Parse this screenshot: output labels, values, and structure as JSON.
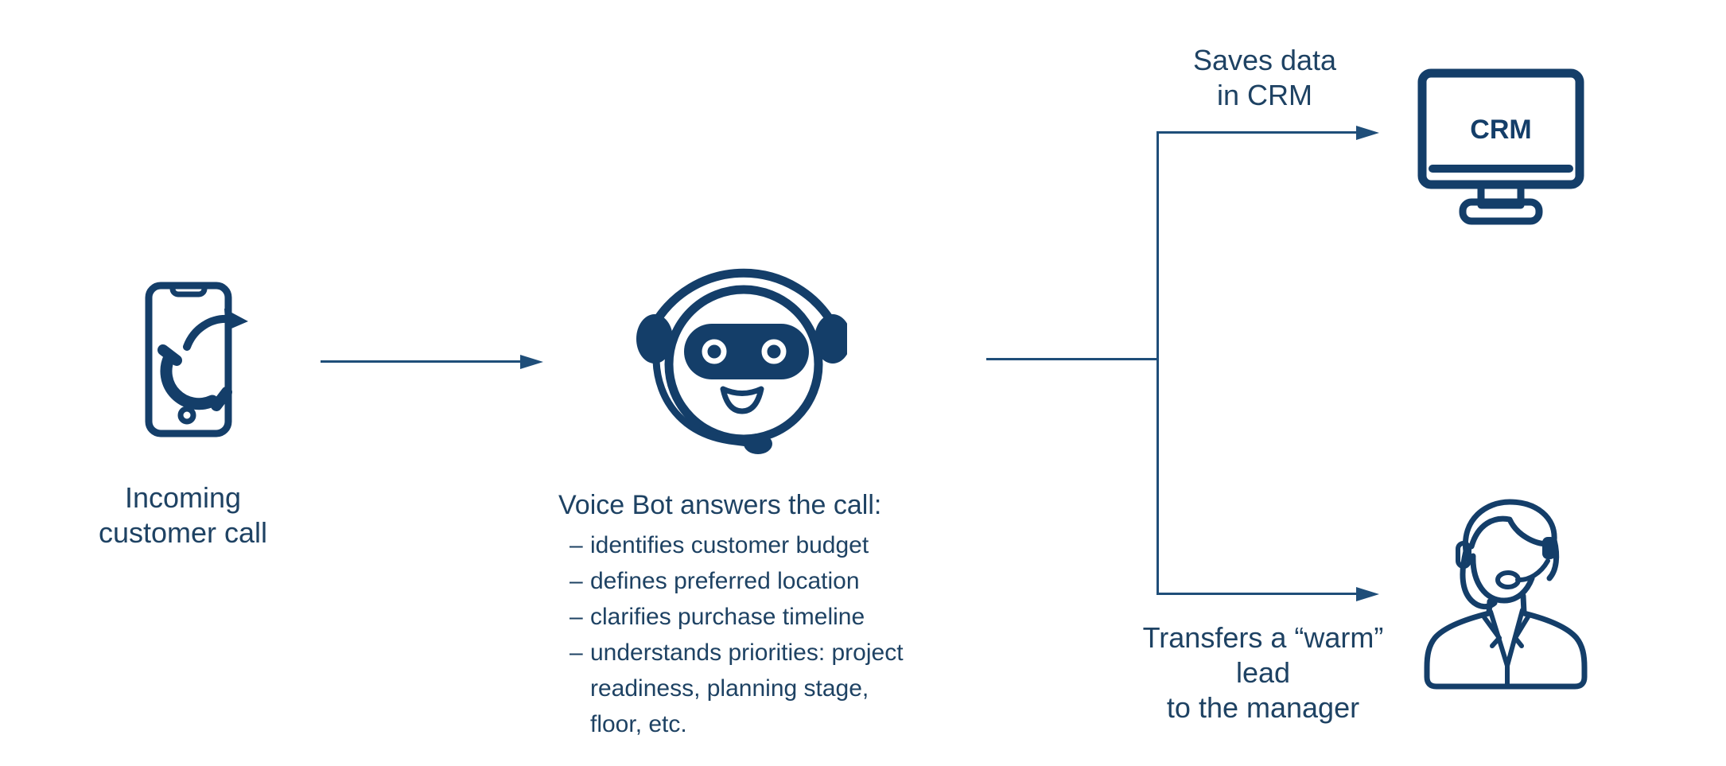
{
  "colors": {
    "bg": "#ffffff",
    "ink": "#1e4263",
    "icon": "#143e69",
    "line": "#1f4e79"
  },
  "flow": {
    "phone": {
      "icon": "phone-outgoing-call-icon",
      "caption_line1": "Incoming",
      "caption_line2": "customer call"
    },
    "bot": {
      "icon": "voice-bot-headset-icon",
      "title": "Voice Bot answers the call:",
      "bullets": [
        {
          "dash": "–",
          "text": "identifies customer budget"
        },
        {
          "dash": "–",
          "text": "defines preferred location"
        },
        {
          "dash": "–",
          "text": "clarifies purchase timeline"
        },
        {
          "dash": "–",
          "text": "understands priorities: project",
          "wrap_line1": "readiness, planning stage,",
          "wrap_line2": "floor, etc."
        }
      ]
    },
    "crm": {
      "icon": "crm-monitor-icon",
      "caption_line1": "Saves data",
      "caption_line2": "in CRM",
      "screen_label": "CRM"
    },
    "manager": {
      "icon": "manager-headset-icon",
      "caption_line1": "Transfers a “warm” lead",
      "caption_line2": "to the manager"
    }
  }
}
